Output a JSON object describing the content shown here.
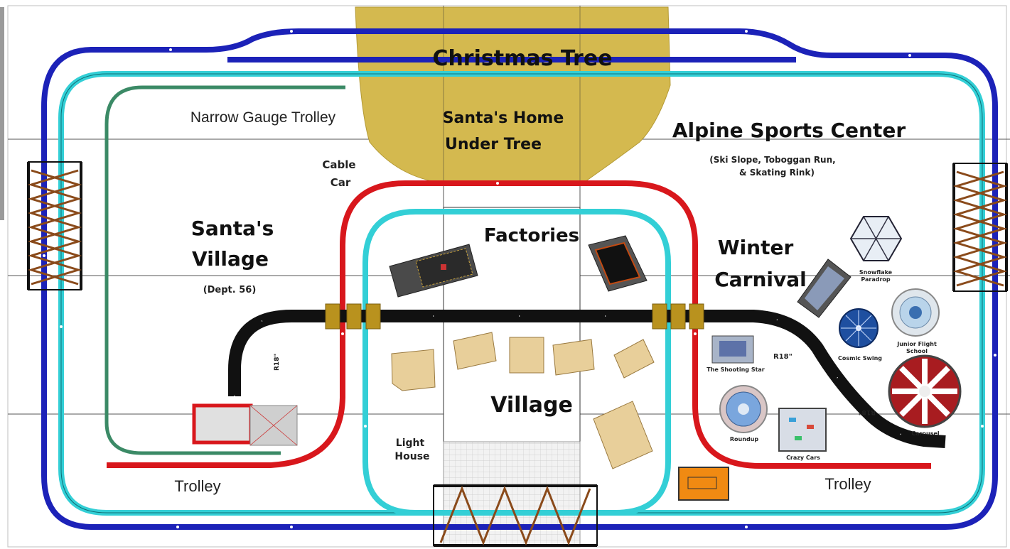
{
  "labels": {
    "christmas_tree": "Christmas Tree",
    "santas_home_line1": "Santa's Home",
    "santas_home_line2": "Under Tree",
    "narrow_gauge": "Narrow Gauge Trolley",
    "cable_car_line1": "Cable",
    "cable_car_line2": "Car",
    "santas_village_line1": "Santa's",
    "santas_village_line2": "Village",
    "dept56": "(Dept. 56)",
    "factories": "Factories",
    "alpine": "Alpine Sports Center",
    "alpine_sub_line1": "(Ski Slope, Toboggan Run,",
    "alpine_sub_line2": "& Skating Rink)",
    "winter_line1": "Winter",
    "winter_line2": "Carnival",
    "village": "Village",
    "light_house_line1": "Light",
    "light_house_line2": "House",
    "trolley_left": "Trolley",
    "trolley_right": "Trolley",
    "r18_left": "R18\"",
    "r18_right": "R18\"",
    "r18_right_bottom": "R18\""
  },
  "rides": {
    "snowflake_line1": "Snowflake",
    "snowflake_line2": "Paradrop",
    "junior_flight_line1": "Junior Flight",
    "junior_flight_line2": "School",
    "cosmic_swing": "Cosmic Swing",
    "shooting_star": "The Shooting Star",
    "roundup": "Roundup",
    "crazy_cars": "Crazy Cars",
    "carousel": "Carousel"
  },
  "colors": {
    "outer_track": "#1c22b8",
    "inner_teal": "#33cfd6",
    "red_track": "#d8171c",
    "green_trolley": "#3b8a66",
    "black_track": "#111111",
    "tree_gold": "#d4b94f",
    "bridge_brown": "#8a4a1a",
    "gold_connector": "#b9921e"
  }
}
